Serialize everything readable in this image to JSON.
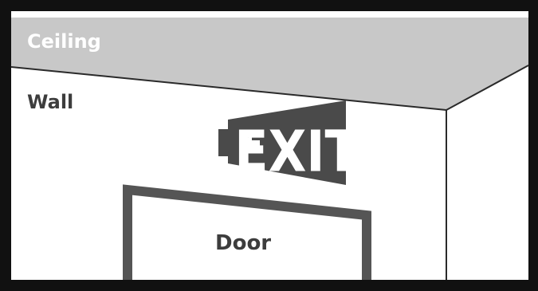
{
  "labels": {
    "ceiling": "Ceiling",
    "wall": "Wall",
    "door": "Door"
  },
  "sign": {
    "text": "EXIT",
    "arrow": "arrow-left-icon"
  },
  "colors": {
    "frame": "#111111",
    "ceiling": "#c8c8c8",
    "wall": "#ffffff",
    "lines": "#2a2a2a",
    "sign": "#4a4a4a",
    "door_frame": "#555555"
  }
}
